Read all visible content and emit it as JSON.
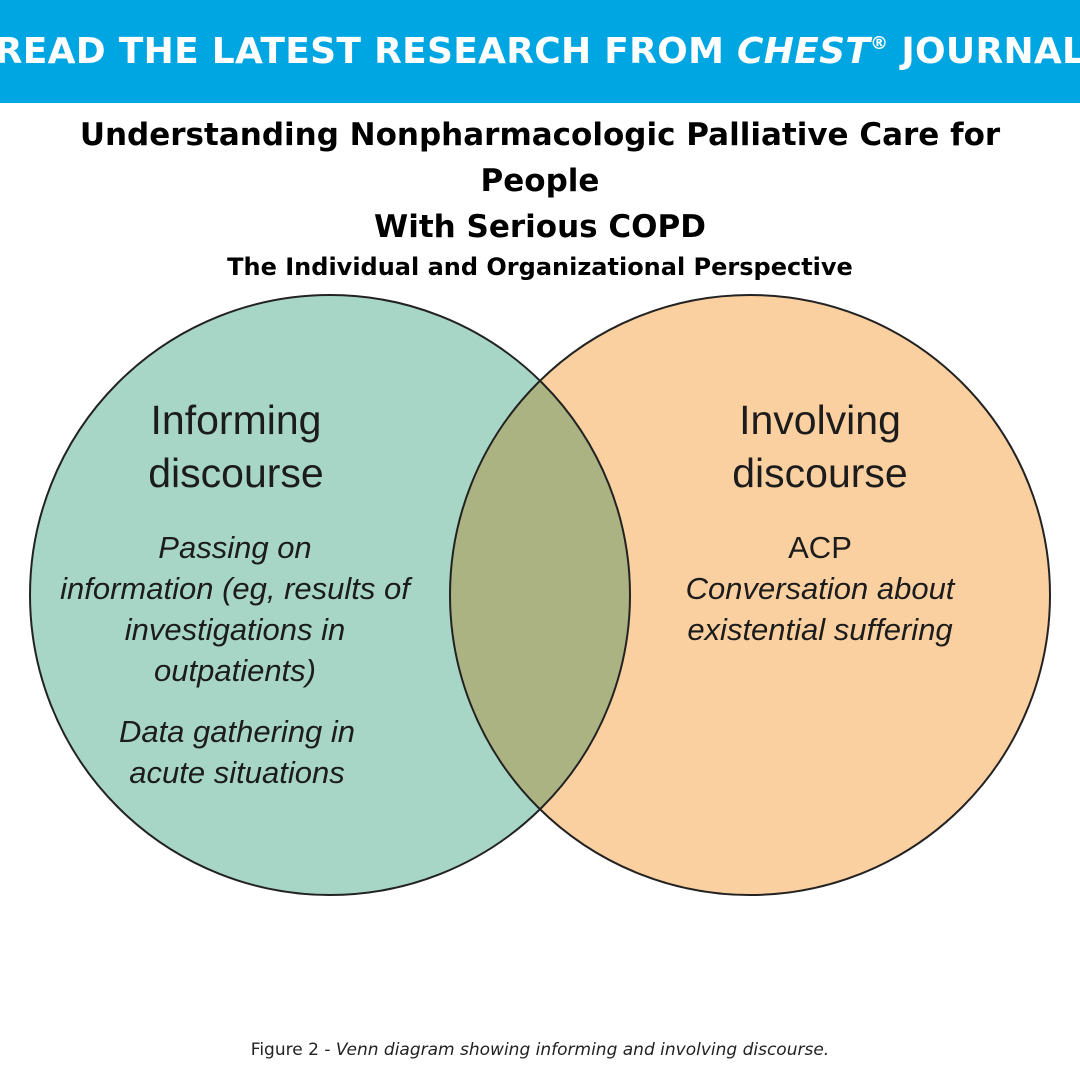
{
  "banner": {
    "text_before": "READ THE LATEST RESEARCH FROM ",
    "journal": "CHEST",
    "registered_mark": "®",
    "text_after": " JOURNAL",
    "background_color": "#00a6e2"
  },
  "title": {
    "line1": "Understanding Nonpharmacologic Palliative Care for People",
    "line2": "With Serious COPD",
    "subtitle": "The Individual and Organizational Perspective"
  },
  "venn": {
    "left": {
      "heading_line1": "Informing",
      "heading_line2": "discourse",
      "items": [
        [
          "Passing on",
          "information (eg, results of",
          "investigations in",
          "outpatients)"
        ],
        [
          "Data gathering in",
          "acute situations"
        ]
      ],
      "color": "#a7d6c7"
    },
    "right": {
      "heading_line1": "Involving",
      "heading_line2": "discourse",
      "acronym": "ACP",
      "items": [
        "Conversation about",
        "existential suffering"
      ],
      "color": "#fbd0a1"
    },
    "overlap_color": "#abb382"
  },
  "caption": {
    "label": "Figure 2 - ",
    "description": "Venn diagram showing informing and involving discourse."
  }
}
